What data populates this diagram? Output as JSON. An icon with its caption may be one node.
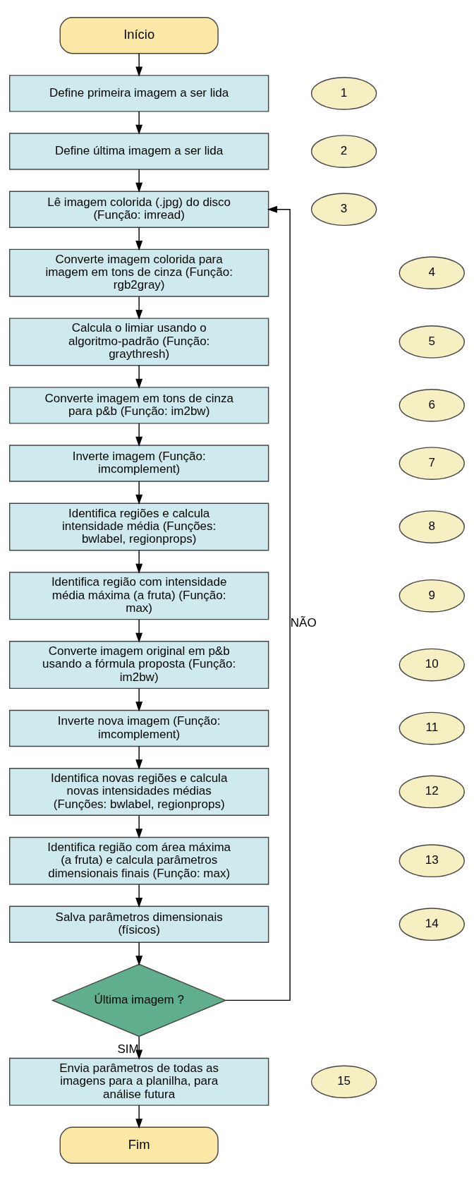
{
  "diagram": {
    "nodes": [
      {
        "text": [
          "Início"
        ]
      },
      {
        "text": [
          "1"
        ]
      },
      {
        "text": [
          "Define primeira imagem a ser lida"
        ]
      },
      {
        "text": [
          "2"
        ]
      },
      {
        "text": [
          "Define última imagem a ser lida"
        ]
      },
      {
        "text": [
          "3"
        ]
      },
      {
        "text": [
          "Lê imagem colorida (.jpg) do disco (Função: imread)"
        ]
      },
      {
        "text": [
          "4"
        ]
      },
      {
        "text": [
          "Converte imagem colorida para imagem em tons de cinza (Função: rgb2gray)"
        ]
      },
      {
        "text": [
          "5"
        ]
      },
      {
        "text": [
          "Calcula o limiar usando o algoritmo-padrão (Função: graythresh)"
        ]
      },
      {
        "text": [
          "6"
        ]
      },
      {
        "text": [
          "Converte imagem em tons de cinza para p&b (Função: im2bw)"
        ]
      },
      {
        "text": [
          "7"
        ]
      },
      {
        "text": [
          "Inverte imagem (Função: imcomplement)"
        ]
      },
      {
        "text": [
          "8"
        ]
      },
      {
        "text": [
          "Identifica regiões e calcula intensidade média (Funções: bwlabel, regionprops)"
        ]
      },
      {
        "text": [
          "9"
        ]
      },
      {
        "text": [
          "Identifica região com intensidade média máxima (a fruta) (Função: max)"
        ]
      },
      {
        "text": [
          "10"
        ]
      },
      {
        "text": [
          "Converte imagem original em p&b usando a fórmula proposta (Função: im2bw)"
        ]
      },
      {
        "text": [
          "11"
        ]
      },
      {
        "text": [
          "Inverte nova imagem (Função: imcomplement)"
        ]
      },
      {
        "text": [
          "12"
        ]
      },
      {
        "text": [
          "Identifica novas regiões e calcula novas intensidades médias (Funções: bwlabel, regionprops)"
        ]
      },
      {
        "text": [
          "13"
        ]
      },
      {
        "text": [
          "Identifica região com área máxima (a fruta) e calcula parâmetros dimensionais finais (Função: max)"
        ]
      },
      {
        "text": [
          "14"
        ]
      },
      {
        "text": [
          "Salva parâmetros dimensionais (físicos)"
        ]
      },
      {
        "text": [
          "Última imagem ?"
        ]
      },
      {
        "text": [
          "15"
        ]
      },
      {
        "text": [
          "Envia parâmetros de todas as imagens para a planilha, para análise futura"
        ]
      },
      {
        "text": [
          "Fim"
        ]
      }
    ],
    "edges": [
      {
        "from": 0,
        "to": 2,
        "arrow": "to"
      },
      {
        "from": 2,
        "to": 4,
        "arrow": "to"
      },
      {
        "from": 4,
        "to": 6,
        "arrow": "to"
      },
      {
        "from": 6,
        "to": 8,
        "arrow": "to"
      },
      {
        "from": 8,
        "to": 10,
        "arrow": "to"
      },
      {
        "from": 10,
        "to": 12,
        "arrow": "to"
      },
      {
        "from": 12,
        "to": 14,
        "arrow": "to"
      },
      {
        "from": 14,
        "to": 16,
        "arrow": "to"
      },
      {
        "from": 16,
        "to": 18,
        "arrow": "to"
      },
      {
        "from": 18,
        "to": 20,
        "arrow": "to"
      },
      {
        "from": 20,
        "to": 22,
        "arrow": "to"
      },
      {
        "from": 22,
        "to": 24,
        "arrow": "to"
      },
      {
        "from": 24,
        "to": 26,
        "arrow": "to"
      },
      {
        "from": 26,
        "to": 28,
        "arrow": "to"
      },
      {
        "from": 28,
        "to": 29,
        "arrow": "to"
      },
      {
        "from": 29,
        "to": 6,
        "arrow": "to",
        "label": "NÃO"
      },
      {
        "from": 29,
        "to": 31,
        "arrow": "to",
        "label": "SIM"
      },
      {
        "from": 31,
        "to": 32,
        "arrow": "to"
      }
    ]
  }
}
